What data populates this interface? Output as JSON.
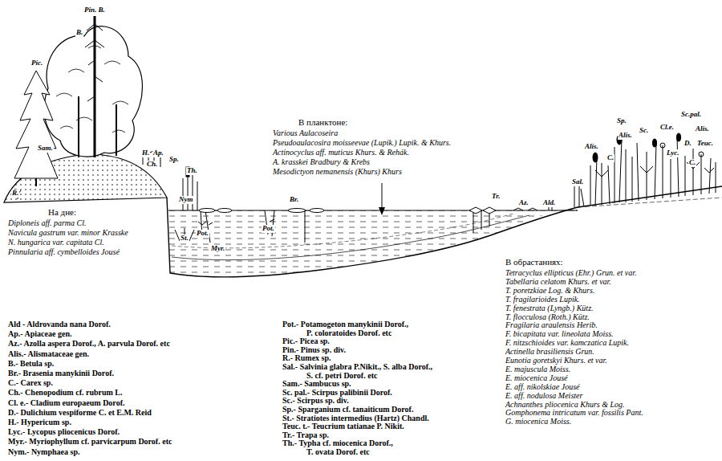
{
  "diagram": {
    "labels": [
      "Pin. B.",
      "B.",
      "Pic.",
      "Sam.",
      "H.",
      "Ap.",
      "Sp.",
      "Ch.",
      "Th.",
      "R.",
      "Nym",
      "St.",
      "Pot.",
      "Myr.",
      "Br.",
      "Pot.",
      "Tr.",
      "Az.",
      "Ald.",
      "Sal.",
      "Alis.",
      "C.",
      "Sp.",
      "Alis.",
      "Sc.",
      "Cl.e.",
      "Sc.pal.",
      "Lyc.",
      "Alis.",
      "C.",
      "D.",
      "Teuc.",
      "В планктоне:",
      "Various Aulacoseira",
      "Pseudoaulacosira moisseevae (Lupik.) Lupik. & Khurs.",
      "Actinocyclus aff. muticus Khurs. & Rehák.",
      "A. krasskei Bradbury & Krebs",
      "Mesodictyon nemanensis (Khurs) Khurs",
      "На дне:",
      "Diploneis aff. parma Cl.",
      "Navicula gastrum var. minor Krasske",
      "N. hungarica var. capitata Cl.",
      "Pinnularia aff. cymbelloides Jousé",
      "В обрастаниях:",
      "Tetracyclus ellipticus (Ehr.) Grun. et var.",
      "Tabellaria celatom Khurs. et var.",
      "T. poretzkiae Log. & Khurs.",
      "T. fragilarioides Lupik.",
      "T. fenestrata (Lyngb.) Kütz.",
      "T. flocculosa (Roth.) Kütz.",
      "Fragilaria araulensis Herib.",
      "F. bicapitata var. lineolata Moiss.",
      "F. nitzschioides var. kamczatica Lupik.",
      "Actinella brasiliensis Grun.",
      "Eunotia goretskyi Khurs. et var.",
      "E. majuscula Moiss.",
      "E. miocenica Jousé",
      "E. aff. nikolskiae Jousé",
      "E. aff. nodulosa Meister",
      "Achnanthes pliocenica Khurs & Log.",
      "Gomphonema intricatum var. fossilis Pant.",
      "G. miocenica Moiss.",
      "Ald - Aldrovanda nana Dorof.",
      "Ap.- Apiaceae gen.",
      "Az.- Azolla aspera Dorof., A. parvula Dorof. etc",
      "Alis.- Alismataceae gen.",
      "B.- Betula sp.",
      "Br.- Brasenia manykinii Dorof.",
      "C.- Carex sp.",
      "Ch.- Chenopodium cf. rubrum L.",
      "Cl. e.- Cladium europaeum Dorof.",
      "D.- Dulichium vespiforme C. et E.M. Reid",
      "H.- Hypericum sp.",
      "Lyc.- Lycopus pliocenicus Dorof.",
      "Myr.- Myriophyllum cf. parvicarpum Dorof. etc",
      "Nym.- Nymphaea sp.",
      "Pot.- Potamogeton manykinii Dorof.,",
      "P. coloratoides Dorof. etc",
      "Pic.- Picea sp.",
      "Pin.- Pinus sp. div.",
      "R.- Rumex sp.",
      "Sal.- Salvinia glabra P.Nikit., S. alba Dorof.,",
      "S. cf. petri Dorof. etc",
      "Sam.- Sambucus sp.",
      "Sc. pal.- Scirpus palibinii Dorof.",
      "Sc.- Scirpus sp. div.",
      "Sp.- Sparganium cf. tanaiticum Dorof.",
      "St.- Stratiotes intermedius (Hartz) Chandl.",
      "Teuc. t.- Teucrium tatianae P. Nikit.",
      "Tr.- Trapa sp.",
      "Th.- Typha cf. miocenica Dorof.,",
      "T. ovata Dorof. etc"
    ]
  }
}
